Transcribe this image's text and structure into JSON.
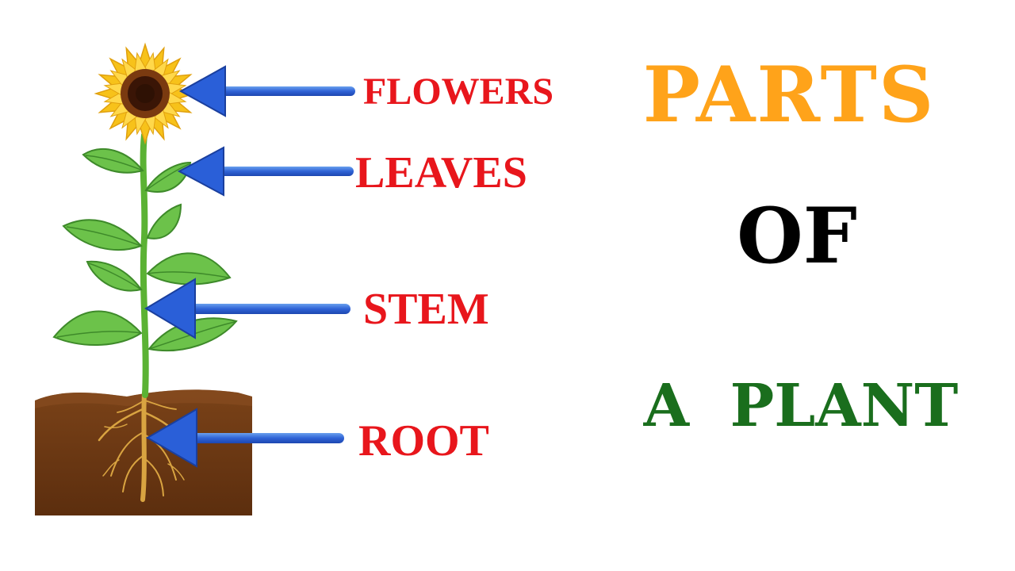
{
  "labels": {
    "flowers": "FLOWERS",
    "leaves": "LEAVES",
    "stem": "STEM",
    "root": "ROOT"
  },
  "title": {
    "line1": "PARTS",
    "line2": "OF",
    "line3": "A  PLANT"
  },
  "colors": {
    "label_red": "#e8161c",
    "title_orange": "#ffa31a",
    "title_black": "#000000",
    "title_green": "#1a6e1d",
    "arrow_blue": "#2a5fd8",
    "soil_brown": "#6b3612",
    "leaf_green": "#6cc24a",
    "petal_yellow": "#f7c21a"
  }
}
